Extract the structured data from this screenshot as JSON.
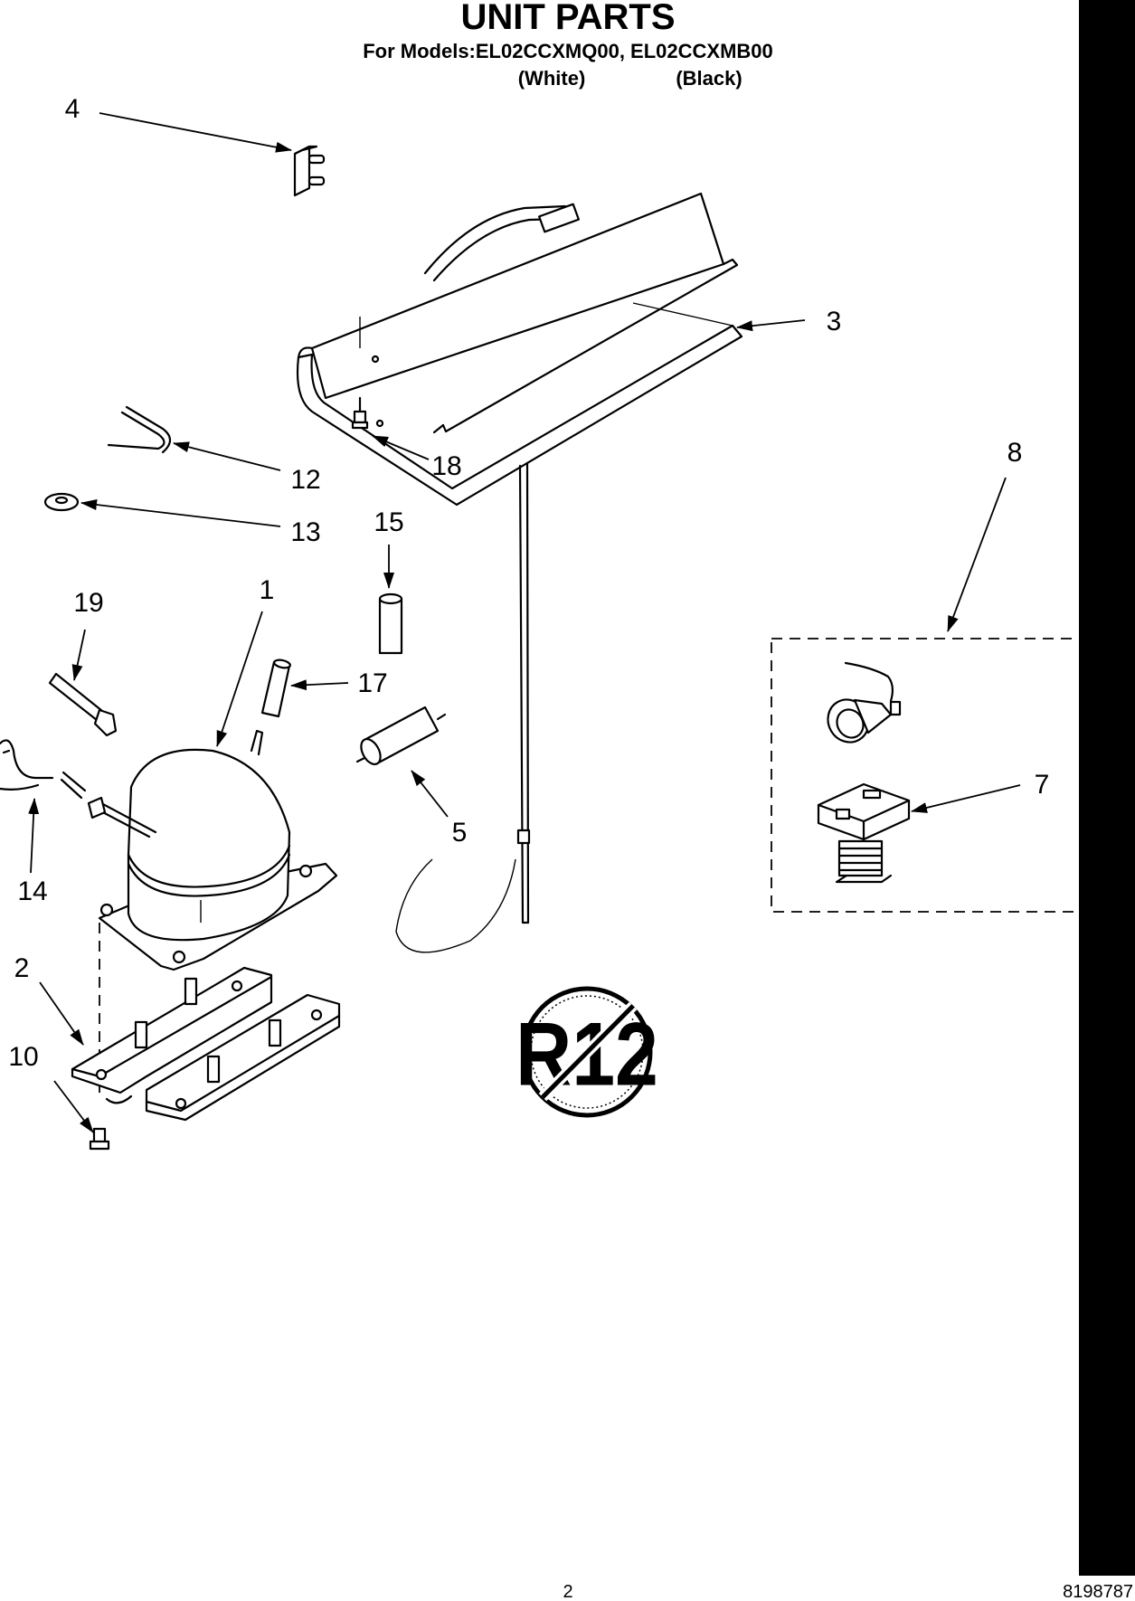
{
  "title": "UNIT PARTS",
  "subtitle": "For Models:EL02CCXMQ00, EL02CCXMB00",
  "variants": [
    "(White)",
    "(Black)"
  ],
  "callouts": {
    "c1": "1",
    "c2": "2",
    "c3": "3",
    "c4": "4",
    "c5": "5",
    "c7": "7",
    "c8": "8",
    "c10": "10",
    "c12": "12",
    "c13": "13",
    "c14": "14",
    "c15": "15",
    "c17": "17",
    "c18": "18",
    "c19": "19"
  },
  "r12_symbol": "R12",
  "page_number": "2",
  "document_number": "8198787"
}
